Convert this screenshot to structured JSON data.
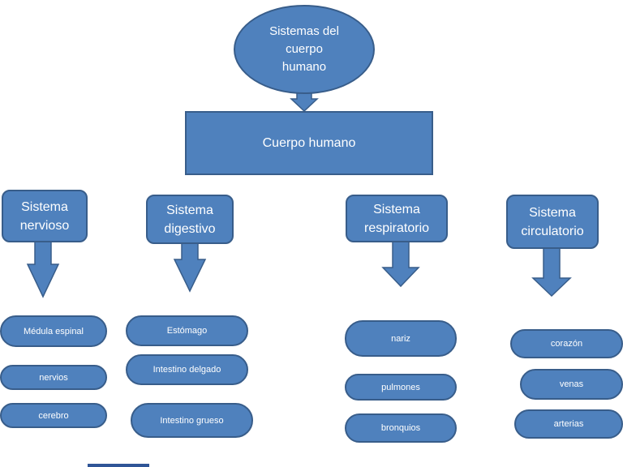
{
  "diagram": {
    "title": "Sistemas del\ncuerpo\nhumano",
    "center": "Cuerpo humano",
    "categories": [
      {
        "label": "Sistema\nnervioso",
        "items": [
          "Médula espinal",
          "nervios",
          "cerebro"
        ]
      },
      {
        "label": "Sistema\ndigestivo",
        "items": [
          "Estómago",
          "Intestino delgado",
          "Intestino grueso"
        ]
      },
      {
        "label": "Sistema\nrespiratorio",
        "items": [
          "nariz",
          "pulmones",
          "bronquios"
        ]
      },
      {
        "label": "Sistema\ncirculatorio",
        "items": [
          "corazón",
          "venas",
          "arterias"
        ]
      }
    ]
  },
  "colors": {
    "fill": "#4f81bd",
    "border": "#385d8a",
    "text": "#ffffff"
  }
}
